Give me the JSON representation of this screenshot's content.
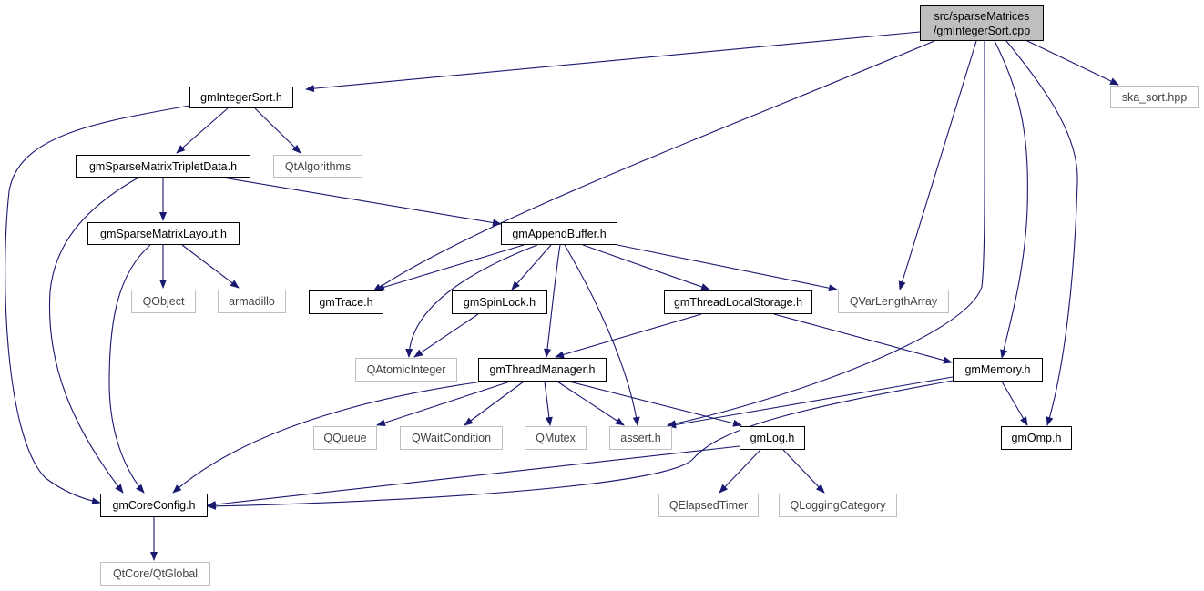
{
  "root": {
    "line1": "src/sparseMatrices",
    "line2": "/gmIntegerSort.cpp"
  },
  "nodes": {
    "gmIntegerSort_h": "gmIntegerSort.h",
    "ska_sort": "ska_sort.hpp",
    "gmSparseMatrixTripletData_h": "gmSparseMatrixTripletData.h",
    "QtAlgorithms": "QtAlgorithms",
    "gmSparseMatrixLayout_h": "gmSparseMatrixLayout.h",
    "gmAppendBuffer_h": "gmAppendBuffer.h",
    "QObject": "QObject",
    "armadillo": "armadillo",
    "gmTrace_h": "gmTrace.h",
    "gmSpinLock_h": "gmSpinLock.h",
    "gmThreadLocalStorage_h": "gmThreadLocalStorage.h",
    "QVarLengthArray": "QVarLengthArray",
    "QAtomicInteger": "QAtomicInteger",
    "gmThreadManager_h": "gmThreadManager.h",
    "gmMemory_h": "gmMemory.h",
    "QQueue": "QQueue",
    "QWaitCondition": "QWaitCondition",
    "QMutex": "QMutex",
    "assert_h": "assert.h",
    "gmLog_h": "gmLog.h",
    "gmOmp_h": "gmOmp.h",
    "gmCoreConfig_h": "gmCoreConfig.h",
    "QElapsedTimer": "QElapsedTimer",
    "QLoggingCategory": "QLoggingCategory",
    "QtCore_QtGlobal": "QtCore/QtGlobal"
  },
  "colors": {
    "edge": "#191970",
    "root_fill": "#bfbfbf",
    "external_border": "#bfbfbf",
    "internal_border": "#000000"
  }
}
